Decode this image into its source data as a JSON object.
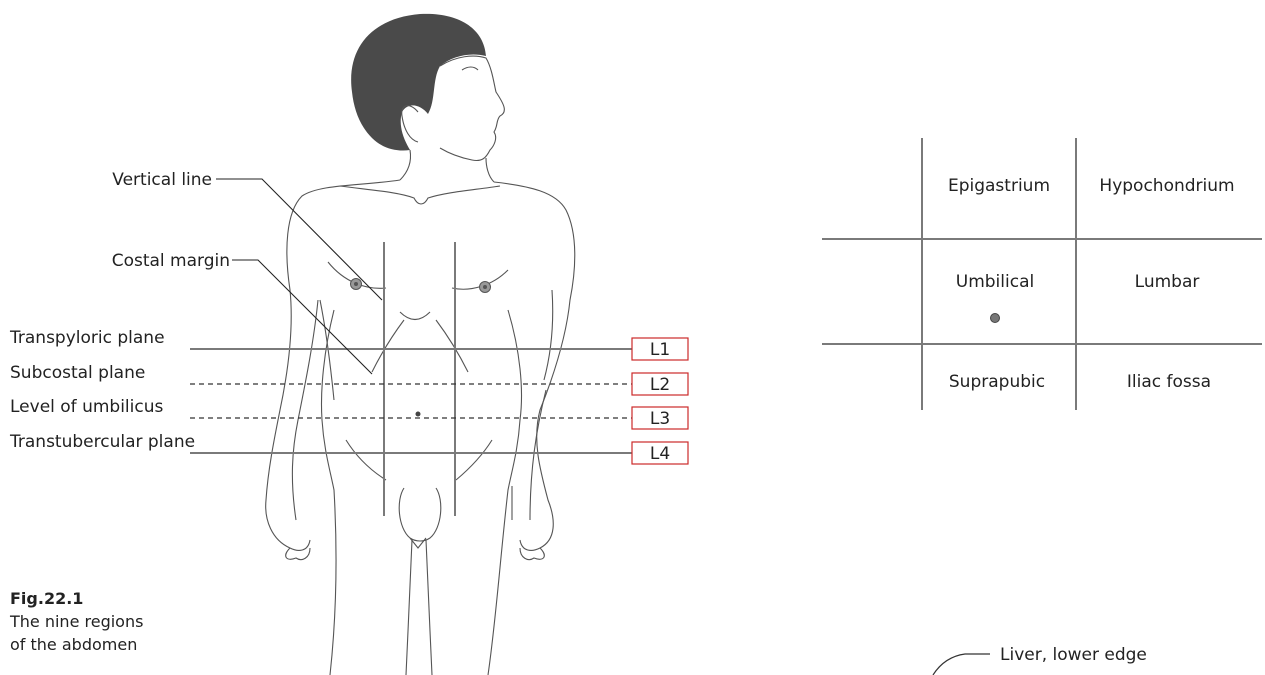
{
  "figure": {
    "number": "Fig.22.1",
    "caption_line1": "The nine regions",
    "caption_line2": "of the abdomen"
  },
  "labels": {
    "vertical_line": "Vertical line",
    "costal_margin": "Costal margin",
    "transpyloric_plane": "Transpyloric plane",
    "subcostal_plane": "Subcostal plane",
    "level_of_umbilicus": "Level of umbilicus",
    "transtubercular_plane": "Transtubercular plane"
  },
  "vertebral_levels": {
    "transpyloric": "L1",
    "subcostal": "L2",
    "umbilicus": "L3",
    "transtubercular": "L4"
  },
  "regions": {
    "top_middle": "Epigastrium",
    "top_side": "Hypochondrium",
    "mid_middle": "Umbilical",
    "mid_side": "Lumbar",
    "bottom_middle": "Suprapubic",
    "bottom_side": "Iliac fossa"
  },
  "legend": {
    "liver": "Liver, lower edge"
  },
  "colors": {
    "level_box_border": "#cc2a2a",
    "plane_line": "#7a7a7a",
    "hair": "#4a4a4a"
  }
}
